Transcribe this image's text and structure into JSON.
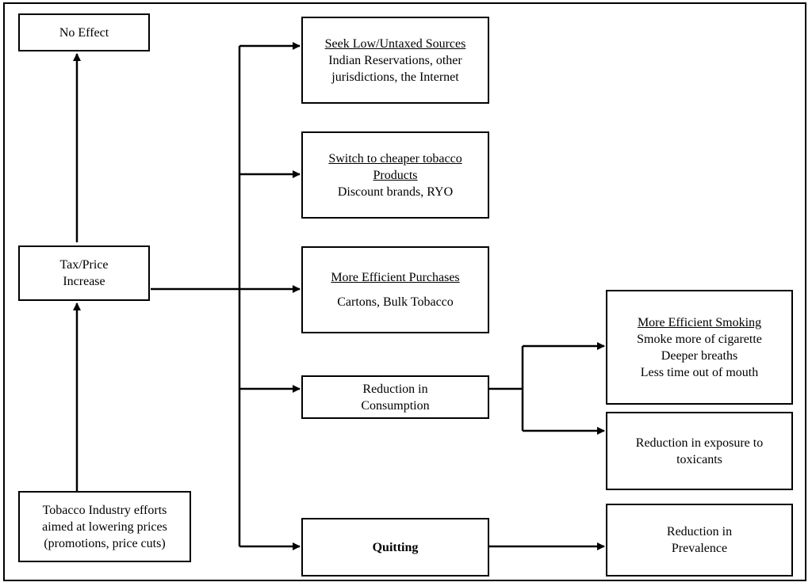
{
  "nodes": {
    "no_effect": {
      "text": "No Effect"
    },
    "tax_price": {
      "line1": "Tax/Price",
      "line2": "Increase"
    },
    "industry": {
      "line1": "Tobacco Industry efforts",
      "line2": "aimed at lowering prices",
      "line3": "(promotions, price cuts)"
    },
    "seek_sources": {
      "title": "Seek Low/Untaxed Sources",
      "line1": "Indian Reservations, other",
      "line2": "jurisdictions, the Internet"
    },
    "switch_products": {
      "title1": "Switch to cheaper tobacco",
      "title2": "Products",
      "line1": "Discount brands, RYO"
    },
    "efficient_purchases": {
      "title": "More Efficient Purchases",
      "line1": "Cartons, Bulk Tobacco"
    },
    "reduction_consumption": {
      "line1": "Reduction in",
      "line2": "Consumption"
    },
    "quitting": {
      "text": "Quitting"
    },
    "efficient_smoking": {
      "title": "More Efficient Smoking",
      "line1": "Smoke more of cigarette",
      "line2": "Deeper breaths",
      "line3": "Less time out of mouth"
    },
    "reduction_exposure": {
      "line1": "Reduction in exposure to",
      "line2": "toxicants"
    },
    "reduction_prevalence": {
      "line1": "Reduction in",
      "line2": "Prevalence"
    }
  }
}
